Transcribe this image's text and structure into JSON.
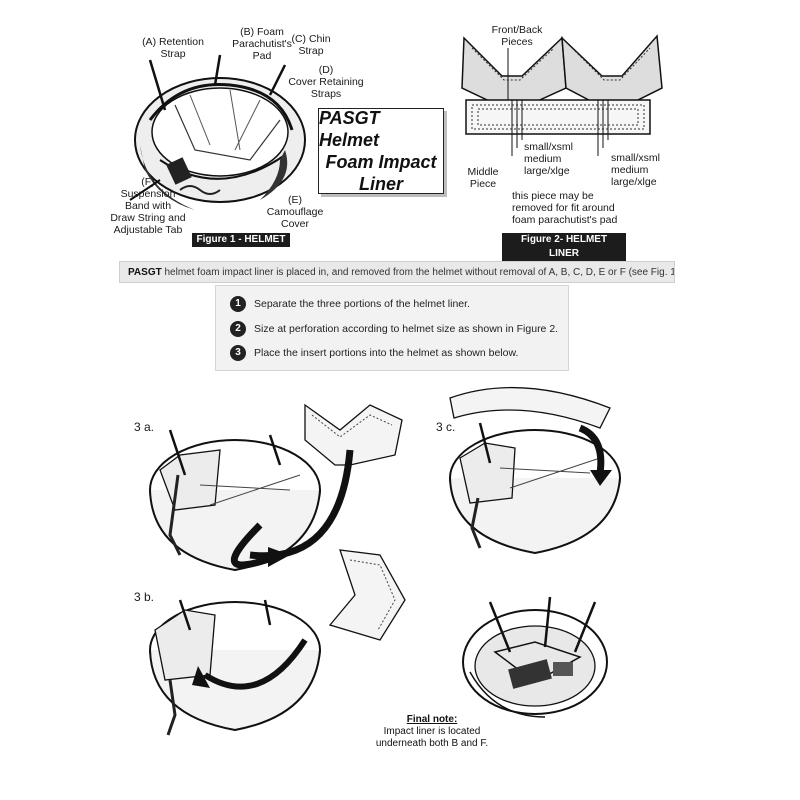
{
  "figure1": {
    "caption": "Figure 1 - HELMET",
    "labels": {
      "a": "(A) Retention\nStrap",
      "b": "(B) Foam\nParachutist's\nPad",
      "c": "(C) Chin\nStrap",
      "d": "(D)\nCover Retaining\nStraps",
      "e": "(E)\nCamouflage\nCover",
      "f": "(F)\nSuspension\nBand with\nDraw String and\nAdjustable Tab"
    }
  },
  "title": {
    "line1": "PASGT Helmet",
    "line2": "Foam Impact",
    "line3": "Liner"
  },
  "figure2": {
    "caption": "Figure 2- HELMET LINER",
    "front_back": "Front/Back\nPieces",
    "middle": "Middle\nPiece",
    "sizes_left": [
      "small/xsml",
      "medium",
      "large/xlge"
    ],
    "sizes_right": [
      "small/xsml",
      "medium",
      "large/xlge"
    ],
    "removable_note": "this piece may be\nremoved for fit around\nfoam parachutist's pad"
  },
  "info": {
    "bold": "PASGT",
    "text": " helmet foam impact liner is placed in, and removed from the helmet without removal of A, B, C, D, E or F (see Fig. 1)"
  },
  "steps": [
    {
      "num": "1",
      "text": "Separate the three portions of the helmet liner."
    },
    {
      "num": "2",
      "text": "Size at perforation according to helmet size as shown in Figure 2."
    },
    {
      "num": "3",
      "text": "Place the insert portions into the helmet as shown below."
    }
  ],
  "step_labels": {
    "a": "3 a.",
    "b": "3 b.",
    "c": "3 c."
  },
  "final_note": {
    "title": "Final note:",
    "text": "Impact liner is located\nunderneath both B and F."
  },
  "colors": {
    "caption_bg": "#1c1c1c",
    "info_bg": "#e9e9e9",
    "steps_bg": "#f2f2f2"
  }
}
